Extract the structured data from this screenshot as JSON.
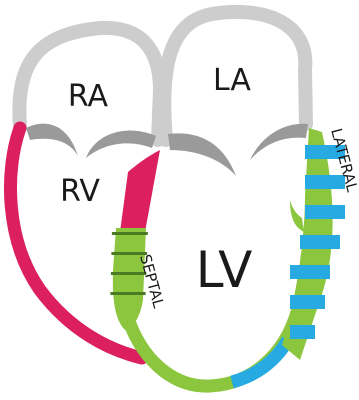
{
  "labels": {
    "ra": "RA",
    "la": "LA",
    "rv": "RV",
    "lv": "LV",
    "septal": "SEPTAL",
    "lateral": "LATERAL"
  },
  "colors": {
    "atrium_wall": "#cdcdcd",
    "valve": "#9a9a9a",
    "right_ventricle_wall": "#dc1f5f",
    "segment_green": "#8cc63f",
    "segment_blue": "#27aae1",
    "stripe_dark": "#4b7a23",
    "background": "#ffffff",
    "text": "#1a1a1a"
  }
}
